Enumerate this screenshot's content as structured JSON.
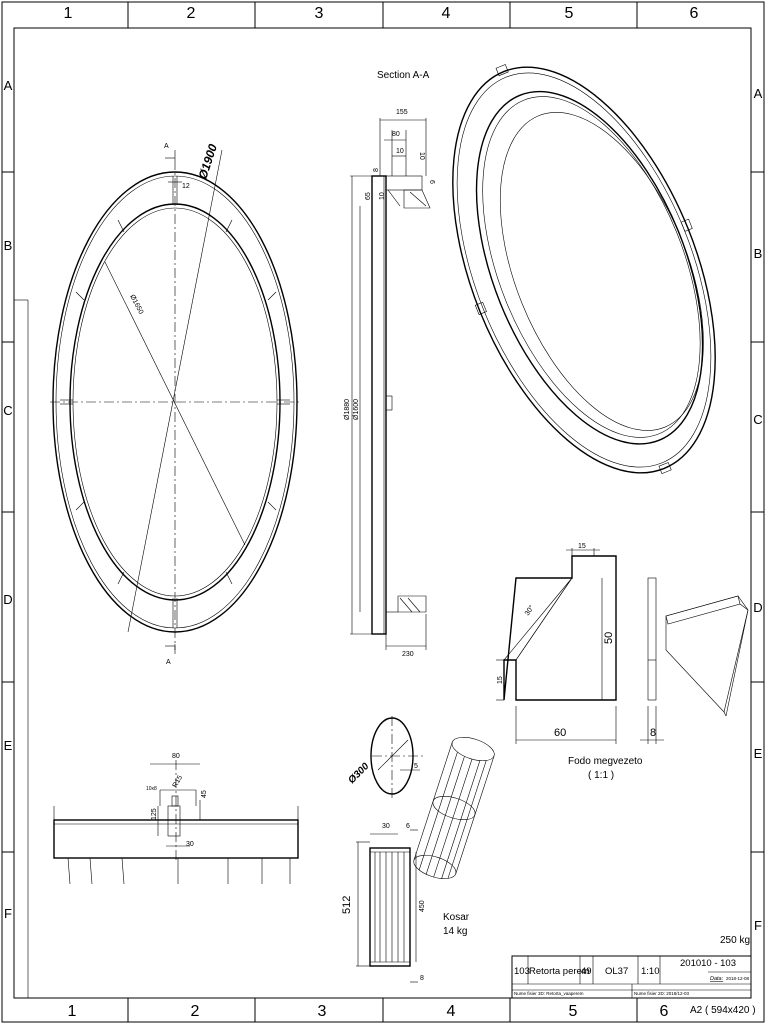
{
  "zones": {
    "columns": [
      "1",
      "2",
      "3",
      "4",
      "5",
      "6"
    ],
    "rows": [
      "A",
      "B",
      "C",
      "D",
      "E",
      "F"
    ]
  },
  "views": {
    "section_title": "Section A-A",
    "section_mark": "A",
    "guide_title": "Fodo megvezeto",
    "guide_scale": "( 1:1 )",
    "basket_title": "Kosar",
    "basket_weight": "14 kg"
  },
  "dimensions": {
    "d1900": "Ø1900",
    "d1650": "Ø1650",
    "d12": "12",
    "d155": "155",
    "d80a": "80",
    "d10a": "10",
    "d10b": "10",
    "d8": "8",
    "d65": "65",
    "d10c": "10",
    "d6": "6",
    "d1880": "Ø1880",
    "d1600": "Ø1600",
    "d230": "230",
    "g15": "15",
    "g30deg": "30°",
    "g50": "50",
    "g15b": "15",
    "g60": "60",
    "g8": "8",
    "r80": "80",
    "r10x8": "10x8",
    "r125": "125",
    "rR15": "R15",
    "r45": "45",
    "r30": "30",
    "k300": "Ø300",
    "k5": "5",
    "k30": "30",
    "k6": "6",
    "k512": "512",
    "k450": "450",
    "k8": "8"
  },
  "title_block": {
    "total_weight": "250 kg",
    "position": "103",
    "name": "Retorta perem",
    "quantity": "49",
    "material": "OL37",
    "scale": "1:10",
    "drawing_number": "201010 - 103",
    "date_label": "Data:",
    "date_value": "2018-12-08",
    "file3d": "Nume fisier 3D: Retorta_vaaperem",
    "file2d": "Nume fisier 2D: 2018/12-03",
    "sheet_size": "A2 ( 594x420 )"
  }
}
